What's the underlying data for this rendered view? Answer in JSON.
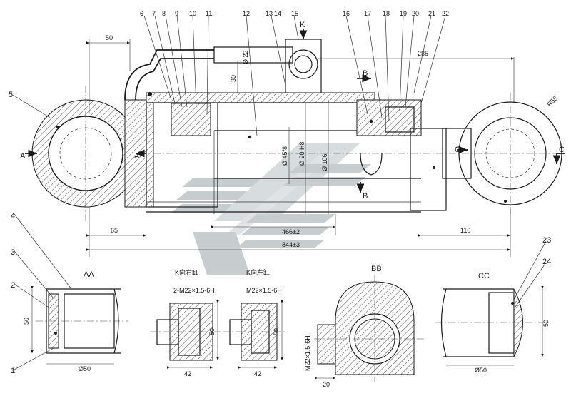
{
  "parts": [
    "1",
    "2",
    "3",
    "4",
    "5",
    "6",
    "7",
    "8",
    "9",
    "10",
    "11",
    "12",
    "13",
    "14",
    "15",
    "16",
    "17",
    "18",
    "19",
    "20",
    "21",
    "22",
    "23",
    "24"
  ],
  "view_labels": {
    "aa": "AA",
    "k_right": "K向右缸",
    "k_left": "K向左缸",
    "bb": "BB",
    "cc": "CC"
  },
  "section_marks": {
    "a": "A",
    "b": "B",
    "c": "C",
    "k": "K"
  },
  "dimensions": {
    "d50_top": "50",
    "d285": "285",
    "d22": "Ø 22",
    "d30": "30",
    "d45f8": "Ø 45f8",
    "d90h8": "Ø 90 H8",
    "d106": "Ø 106",
    "d65": "65",
    "d466": "466±2",
    "d844": "844±3",
    "d110": "110",
    "r58": "R58",
    "aa_50": "50",
    "aa_d50": "Ø50",
    "k_thread_right": "2-M22×1.5-6H",
    "k_thread_left": "M22×1.5-6H",
    "k_50_right": "50",
    "k_42_right": "42",
    "k_50_left": "50",
    "k_42_left": "42",
    "bb_thread": "M22×1.5-6H",
    "bb_20": "20",
    "cc_50": "50",
    "cc_d50": "Ø50"
  }
}
